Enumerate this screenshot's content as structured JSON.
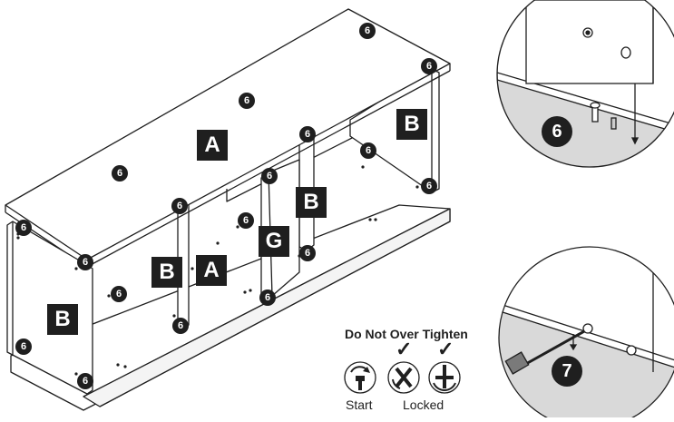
{
  "labels": {
    "panel_a_top": "A",
    "panel_a_bottom": "A",
    "panel_b_right": "B",
    "panel_b_middle": "B",
    "panel_b_inner": "B",
    "panel_b_left": "B",
    "panel_g": "G"
  },
  "callouts": {
    "hardware_6": "6",
    "hardware_7": "7"
  },
  "torque_guide": {
    "title": "Do Not Over Tighten",
    "start": "Start",
    "locked": "Locked",
    "check": "✓"
  }
}
